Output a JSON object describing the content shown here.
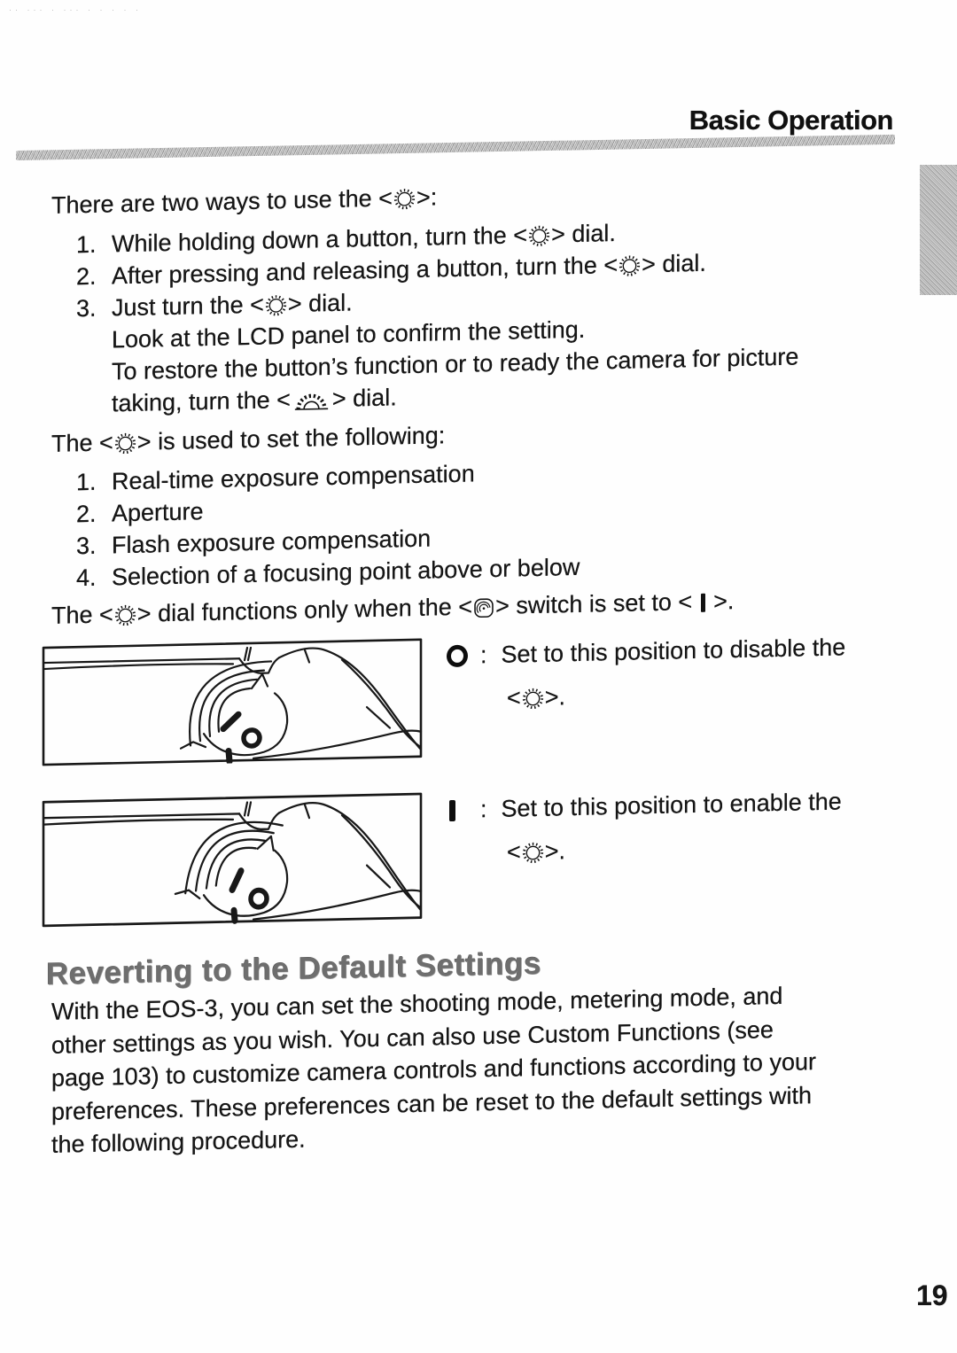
{
  "header": {
    "section_title": "Basic Operation"
  },
  "scan_noise": "·· ··· · ··· ·   ·    ·  ·      ·",
  "page_number": "19",
  "icons": {
    "qcd": "quick-control-dial-icon",
    "main_dial": "main-dial-icon",
    "switch": "qcd-switch-icon",
    "bar_i": "position-on-icon"
  },
  "body": {
    "blocks": [
      {
        "type": "line",
        "style": "flush",
        "name": "intro-line",
        "seg": [
          {
            "t": "There are two ways to use the <"
          },
          {
            "i": "qcd"
          },
          {
            "t": ">:"
          }
        ]
      },
      {
        "type": "line",
        "style": "num",
        "num": "1.",
        "mt": 9,
        "name": "list-item",
        "seg": [
          {
            "t": "While holding down a button, turn the <"
          },
          {
            "i": "qcd"
          },
          {
            "t": "> dial."
          }
        ]
      },
      {
        "type": "line",
        "style": "num",
        "num": "2.",
        "name": "list-item",
        "seg": [
          {
            "t": "After pressing and releasing a button, turn the <"
          },
          {
            "i": "qcd"
          },
          {
            "t": "> dial."
          }
        ]
      },
      {
        "type": "line",
        "style": "num",
        "num": "3.",
        "name": "list-item",
        "seg": [
          {
            "t": "Just turn the <"
          },
          {
            "i": "qcd"
          },
          {
            "t": "> dial."
          }
        ]
      },
      {
        "type": "line",
        "style": "cont",
        "name": "list-continuation",
        "seg": [
          {
            "t": "Look at the LCD panel to confirm the setting."
          }
        ]
      },
      {
        "type": "line",
        "style": "cont",
        "name": "list-continuation",
        "seg": [
          {
            "t": "To restore the button’s function or to ready the camera for picture"
          }
        ]
      },
      {
        "type": "line",
        "style": "cont",
        "name": "list-continuation",
        "seg": [
          {
            "t": "taking, turn the <"
          },
          {
            "i": "main_dial"
          },
          {
            "t": "> dial."
          }
        ]
      },
      {
        "type": "line",
        "style": "flush",
        "mt": 8,
        "name": "intro-line",
        "seg": [
          {
            "t": "The <"
          },
          {
            "i": "qcd"
          },
          {
            "t": "> is used to set the following:"
          }
        ]
      },
      {
        "type": "line",
        "style": "num",
        "num": "1.",
        "mt": 8,
        "name": "list-item",
        "seg": [
          {
            "t": "Real-time exposure compensation"
          }
        ]
      },
      {
        "type": "line",
        "style": "num",
        "num": "2.",
        "name": "list-item",
        "seg": [
          {
            "t": "Aperture"
          }
        ]
      },
      {
        "type": "line",
        "style": "num",
        "num": "3.",
        "name": "list-item",
        "seg": [
          {
            "t": "Flash exposure compensation"
          }
        ]
      },
      {
        "type": "line",
        "style": "num",
        "num": "4.",
        "name": "list-item",
        "seg": [
          {
            "t": "Selection of a focusing point above or below"
          }
        ]
      },
      {
        "type": "line",
        "style": "flush",
        "mt": 6,
        "name": "note-line",
        "seg": [
          {
            "t": "The <"
          },
          {
            "i": "qcd"
          },
          {
            "t": "> dial functions only when the <"
          },
          {
            "i": "switch"
          },
          {
            "t": "> switch is set to < "
          },
          {
            "i": "bar_i"
          },
          {
            "t": " >."
          }
        ]
      },
      {
        "type": "figure",
        "figure": "off",
        "mt": 15,
        "caption": {
          "marker": "O",
          "separator": ":",
          "text": "Set to this position to disable the",
          "line2": [
            {
              "t": "<"
            },
            {
              "i": "qcd"
            },
            {
              "t": ">."
            }
          ]
        }
      },
      {
        "type": "figure",
        "figure": "on",
        "mt": 36,
        "caption": {
          "marker": "I",
          "separator": ":",
          "text": "Set to this position to enable the",
          "line2": [
            {
              "t": "<"
            },
            {
              "i": "qcd"
            },
            {
              "t": ">."
            }
          ]
        }
      },
      {
        "type": "heading",
        "mt": 34,
        "text": "Reverting to the Default Settings"
      },
      {
        "type": "para",
        "mt": 6,
        "lines": [
          "With the EOS-3, you can set the shooting mode, metering mode, and",
          "other settings as you wish. You can also use Custom Functions (see",
          "page 103) to customize camera controls and functions according to your",
          "preferences. These preferences can be reset to the default settings with",
          "the following procedure."
        ]
      }
    ]
  }
}
